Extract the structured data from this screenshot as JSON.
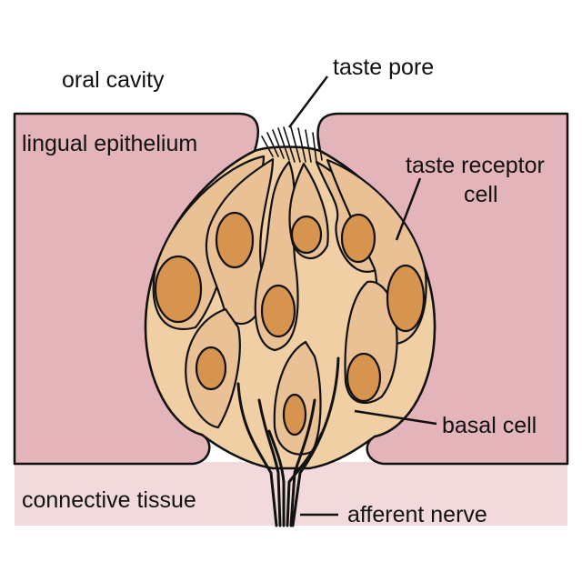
{
  "labels": {
    "oral_cavity": "oral cavity",
    "taste_pore": "taste pore",
    "lingual_epithelium": "lingual epithelium",
    "taste_receptor_cell_line1": "taste receptor",
    "taste_receptor_cell_line2": "cell",
    "basal_cell": "basal cell",
    "connective_tissue": "connective tissue",
    "afferent_nerve": "afferent nerve"
  },
  "colors": {
    "epithelium": "#e3b4b9",
    "connective_tissue": "#f2dadc",
    "taste_bud_background": "#efcfa3",
    "cell_body": "#e9c194",
    "nucleus": "#d6944f",
    "outline": "#111111"
  }
}
